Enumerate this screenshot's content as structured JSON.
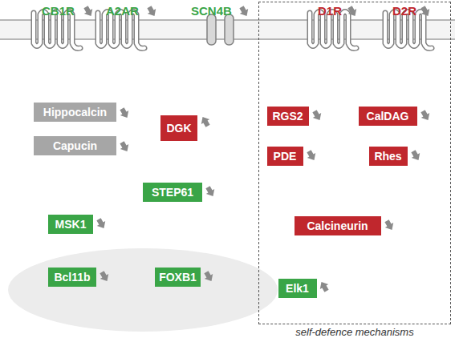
{
  "diagram": {
    "nodes": [
      {
        "text": [
          "Hippocalcin"
        ]
      },
      {
        "text": [
          "Capucin"
        ]
      },
      {
        "text": [
          "DGK"
        ]
      },
      {
        "text": [
          "STEP61"
        ]
      },
      {
        "text": [
          "MSK1"
        ]
      },
      {
        "text": [
          "Bcl11b"
        ]
      },
      {
        "text": [
          "FOXB1"
        ]
      },
      {
        "text": [
          "self-defence mechanisms"
        ]
      },
      {
        "text": [
          "RGS2"
        ],
        "in": 7
      },
      {
        "text": [
          "CalDAG"
        ],
        "in": 7
      },
      {
        "text": [
          "PDE"
        ],
        "in": 7
      },
      {
        "text": [
          "Rhes"
        ],
        "in": 7
      },
      {
        "text": [
          "Calcineurin"
        ],
        "in": 7
      },
      {
        "text": [
          "Elk1"
        ],
        "in": 7
      }
    ],
    "labels": [
      "CB1R",
      "A2AR",
      "SCN4B",
      "D1R",
      "D2R"
    ]
  }
}
